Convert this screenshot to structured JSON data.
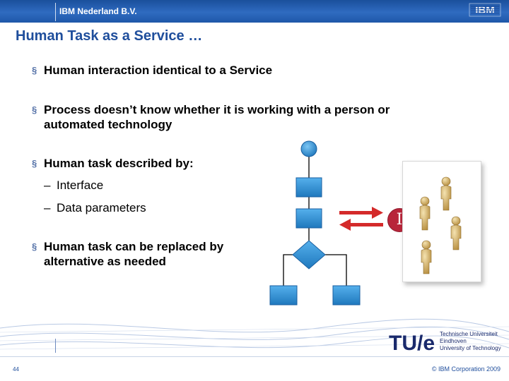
{
  "header": {
    "company": "IBM Nederland B.V.",
    "logo": "IBM"
  },
  "slide": {
    "title": "Human Task as a Service …",
    "bullets": [
      {
        "text": "Human interaction identical to a Service"
      },
      {
        "text": "Process doesn’t know whether it is working with a person or automated technology"
      },
      {
        "text": "Human task described by:",
        "sub": [
          "Interface",
          "Data parameters"
        ]
      },
      {
        "text": "Human task can be replaced by alternative as needed"
      }
    ],
    "bullet_symbol": "§",
    "dash_symbol": "–",
    "interface_glyph": "I"
  },
  "footer": {
    "page_number": "44",
    "copyright": "© IBM Corporation 2009",
    "tue_logo": {
      "mark": "TU/e",
      "lines": [
        "Technische Universiteit",
        "Eindhoven",
        "University of Technology"
      ]
    }
  },
  "colors": {
    "header_blue": "#1f4e9c",
    "flow_blue": "#2f8ed0",
    "interface_red": "#b8253a",
    "arrow_red": "#d42a2a",
    "person_gold": "#d9b86a"
  }
}
